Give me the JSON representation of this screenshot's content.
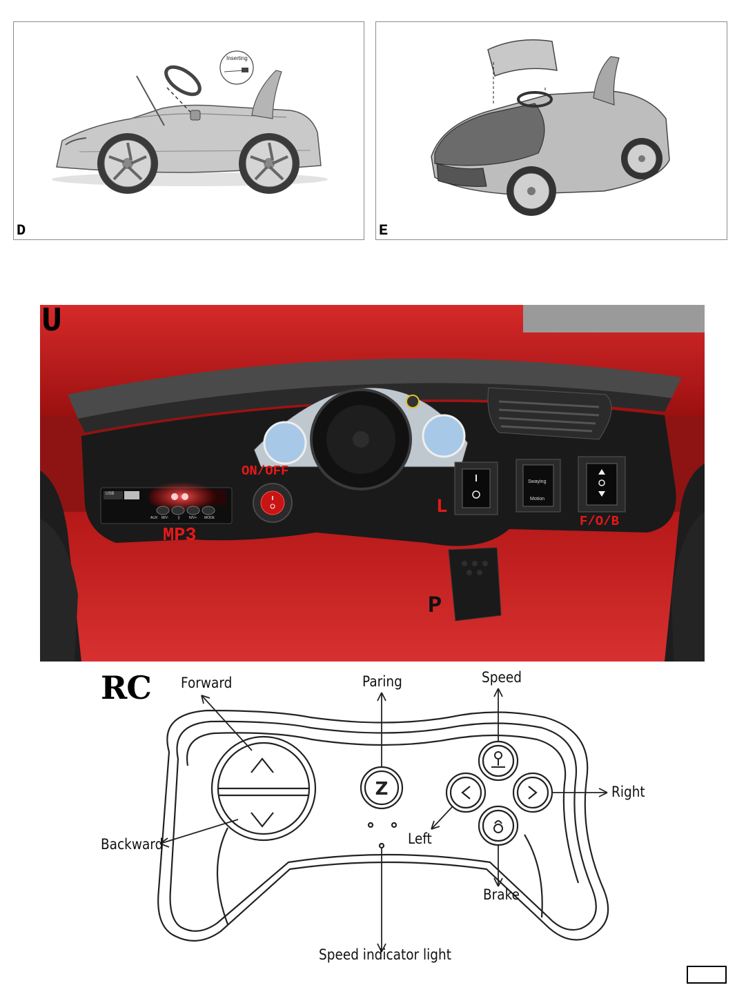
{
  "panels": {
    "d": {
      "letter": "D",
      "callout": "Inserting"
    },
    "e": {
      "letter": "E"
    }
  },
  "dashboard": {
    "letter": "U",
    "labels": {
      "on_off": "ON/OFF",
      "l": "L",
      "mp3": "MP3",
      "fob": "F/O/B",
      "p": "P"
    },
    "switch_text": {
      "swaying": "Swaying",
      "motion": "Motion"
    },
    "mp3_buttons": [
      "AUX",
      "M/V-",
      "||",
      "N/V+",
      "MODE"
    ],
    "mp3_usb": "USB",
    "colors": {
      "label_red": "#e81818",
      "car_red": "#b01616"
    }
  },
  "remote": {
    "title": "RC",
    "labels": {
      "forward": "Forward",
      "paring": "Paring",
      "speed": "Speed",
      "right": "Right",
      "left": "Left",
      "backward": "Backward",
      "brake": "Brake",
      "indicator": "Speed indicator light"
    }
  }
}
